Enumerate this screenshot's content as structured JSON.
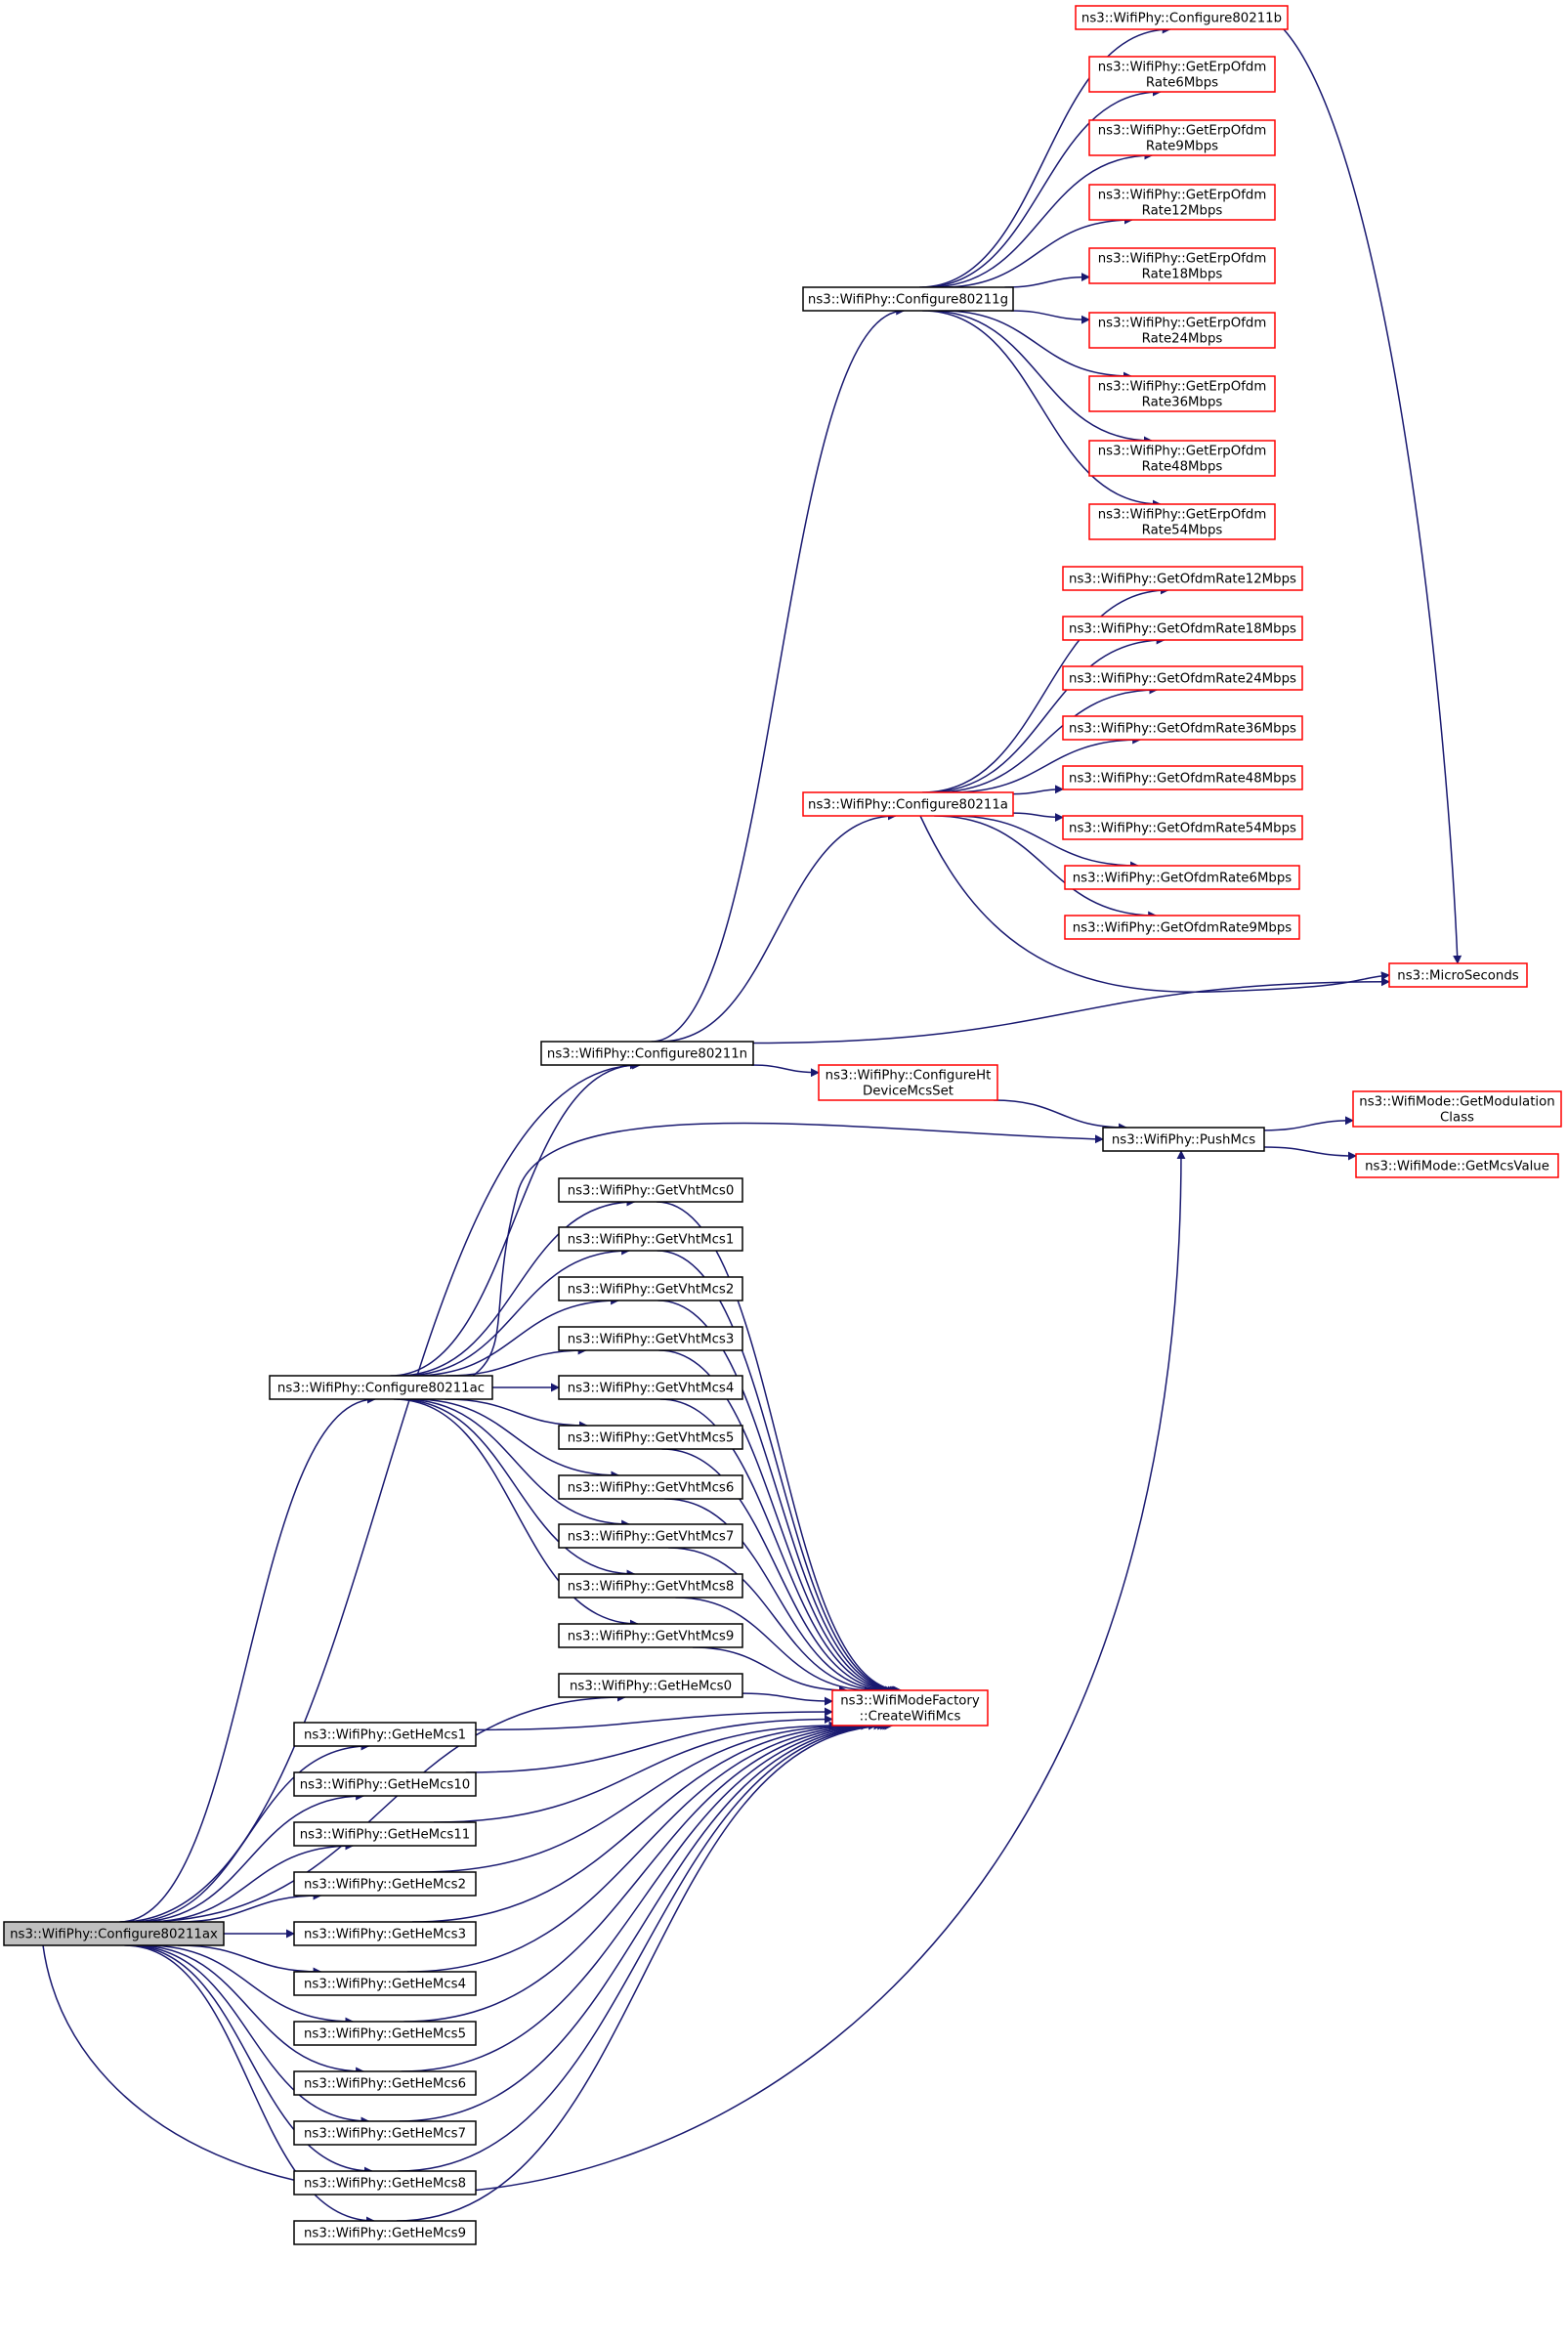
{
  "colors": {
    "edge": "#191970",
    "node_border": "#000000",
    "node_border_missing": "#ff0000",
    "root_fill": "#bfbfbf",
    "node_fill": "#ffffff"
  },
  "nodes": [
    {
      "id": "root",
      "lines": [
        "ns3::WifiPhy::Configure80211ax"
      ],
      "style": "root"
    },
    {
      "id": "c80211n",
      "lines": [
        "ns3::WifiPhy::Configure80211n"
      ],
      "style": "normal"
    },
    {
      "id": "c80211g",
      "lines": [
        "ns3::WifiPhy::Configure80211g"
      ],
      "style": "normal"
    },
    {
      "id": "c80211b",
      "lines": [
        "ns3::WifiPhy::Configure80211b"
      ],
      "style": "missing"
    },
    {
      "id": "erp6",
      "lines": [
        "ns3::WifiPhy::GetErpOfdm",
        "Rate6Mbps"
      ],
      "style": "missing"
    },
    {
      "id": "erp9",
      "lines": [
        "ns3::WifiPhy::GetErpOfdm",
        "Rate9Mbps"
      ],
      "style": "missing"
    },
    {
      "id": "erp12",
      "lines": [
        "ns3::WifiPhy::GetErpOfdm",
        "Rate12Mbps"
      ],
      "style": "missing"
    },
    {
      "id": "erp18",
      "lines": [
        "ns3::WifiPhy::GetErpOfdm",
        "Rate18Mbps"
      ],
      "style": "missing"
    },
    {
      "id": "erp24",
      "lines": [
        "ns3::WifiPhy::GetErpOfdm",
        "Rate24Mbps"
      ],
      "style": "missing"
    },
    {
      "id": "erp36",
      "lines": [
        "ns3::WifiPhy::GetErpOfdm",
        "Rate36Mbps"
      ],
      "style": "missing"
    },
    {
      "id": "erp48",
      "lines": [
        "ns3::WifiPhy::GetErpOfdm",
        "Rate48Mbps"
      ],
      "style": "missing"
    },
    {
      "id": "erp54",
      "lines": [
        "ns3::WifiPhy::GetErpOfdm",
        "Rate54Mbps"
      ],
      "style": "missing"
    },
    {
      "id": "c80211a",
      "lines": [
        "ns3::WifiPhy::Configure80211a"
      ],
      "style": "missing"
    },
    {
      "id": "ofdm12",
      "lines": [
        "ns3::WifiPhy::GetOfdmRate12Mbps"
      ],
      "style": "missing"
    },
    {
      "id": "ofdm18",
      "lines": [
        "ns3::WifiPhy::GetOfdmRate18Mbps"
      ],
      "style": "missing"
    },
    {
      "id": "ofdm24",
      "lines": [
        "ns3::WifiPhy::GetOfdmRate24Mbps"
      ],
      "style": "missing"
    },
    {
      "id": "ofdm36",
      "lines": [
        "ns3::WifiPhy::GetOfdmRate36Mbps"
      ],
      "style": "missing"
    },
    {
      "id": "ofdm48",
      "lines": [
        "ns3::WifiPhy::GetOfdmRate48Mbps"
      ],
      "style": "missing"
    },
    {
      "id": "ofdm54",
      "lines": [
        "ns3::WifiPhy::GetOfdmRate54Mbps"
      ],
      "style": "missing"
    },
    {
      "id": "ofdm6",
      "lines": [
        "ns3::WifiPhy::GetOfdmRate6Mbps"
      ],
      "style": "missing"
    },
    {
      "id": "ofdm9",
      "lines": [
        "ns3::WifiPhy::GetOfdmRate9Mbps"
      ],
      "style": "missing"
    },
    {
      "id": "micro",
      "lines": [
        "ns3::MicroSeconds"
      ],
      "style": "missing"
    },
    {
      "id": "htmcs",
      "lines": [
        "ns3::WifiPhy::ConfigureHt",
        "DeviceMcsSet"
      ],
      "style": "missing"
    },
    {
      "id": "pushmcs",
      "lines": [
        "ns3::WifiPhy::PushMcs"
      ],
      "style": "normal"
    },
    {
      "id": "modclass",
      "lines": [
        "ns3::WifiMode::GetModulation",
        "Class"
      ],
      "style": "missing"
    },
    {
      "id": "mcsvalue",
      "lines": [
        "ns3::WifiMode::GetMcsValue"
      ],
      "style": "missing"
    },
    {
      "id": "c80211ac",
      "lines": [
        "ns3::WifiPhy::Configure80211ac"
      ],
      "style": "normal"
    },
    {
      "id": "vht0",
      "lines": [
        "ns3::WifiPhy::GetVhtMcs0"
      ],
      "style": "normal"
    },
    {
      "id": "vht1",
      "lines": [
        "ns3::WifiPhy::GetVhtMcs1"
      ],
      "style": "normal"
    },
    {
      "id": "vht2",
      "lines": [
        "ns3::WifiPhy::GetVhtMcs2"
      ],
      "style": "normal"
    },
    {
      "id": "vht3",
      "lines": [
        "ns3::WifiPhy::GetVhtMcs3"
      ],
      "style": "normal"
    },
    {
      "id": "vht4",
      "lines": [
        "ns3::WifiPhy::GetVhtMcs4"
      ],
      "style": "normal"
    },
    {
      "id": "vht5",
      "lines": [
        "ns3::WifiPhy::GetVhtMcs5"
      ],
      "style": "normal"
    },
    {
      "id": "vht6",
      "lines": [
        "ns3::WifiPhy::GetVhtMcs6"
      ],
      "style": "normal"
    },
    {
      "id": "vht7",
      "lines": [
        "ns3::WifiPhy::GetVhtMcs7"
      ],
      "style": "normal"
    },
    {
      "id": "vht8",
      "lines": [
        "ns3::WifiPhy::GetVhtMcs8"
      ],
      "style": "normal"
    },
    {
      "id": "vht9",
      "lines": [
        "ns3::WifiPhy::GetVhtMcs9"
      ],
      "style": "normal"
    },
    {
      "id": "he0",
      "lines": [
        "ns3::WifiPhy::GetHeMcs0"
      ],
      "style": "normal"
    },
    {
      "id": "createmcs",
      "lines": [
        "ns3::WifiModeFactory",
        "::CreateWifiMcs"
      ],
      "style": "missing"
    },
    {
      "id": "he1",
      "lines": [
        "ns3::WifiPhy::GetHeMcs1"
      ],
      "style": "normal"
    },
    {
      "id": "he10",
      "lines": [
        "ns3::WifiPhy::GetHeMcs10"
      ],
      "style": "normal"
    },
    {
      "id": "he11",
      "lines": [
        "ns3::WifiPhy::GetHeMcs11"
      ],
      "style": "normal"
    },
    {
      "id": "he2",
      "lines": [
        "ns3::WifiPhy::GetHeMcs2"
      ],
      "style": "normal"
    },
    {
      "id": "he3",
      "lines": [
        "ns3::WifiPhy::GetHeMcs3"
      ],
      "style": "normal"
    },
    {
      "id": "he4",
      "lines": [
        "ns3::WifiPhy::GetHeMcs4"
      ],
      "style": "normal"
    },
    {
      "id": "he5",
      "lines": [
        "ns3::WifiPhy::GetHeMcs5"
      ],
      "style": "normal"
    },
    {
      "id": "he6",
      "lines": [
        "ns3::WifiPhy::GetHeMcs6"
      ],
      "style": "normal"
    },
    {
      "id": "he7",
      "lines": [
        "ns3::WifiPhy::GetHeMcs7"
      ],
      "style": "normal"
    },
    {
      "id": "he8",
      "lines": [
        "ns3::WifiPhy::GetHeMcs8"
      ],
      "style": "normal"
    },
    {
      "id": "he9",
      "lines": [
        "ns3::WifiPhy::GetHeMcs9"
      ],
      "style": "normal"
    }
  ],
  "edges": [
    [
      "root",
      "c80211n"
    ],
    [
      "root",
      "c80211ac"
    ],
    [
      "root",
      "he0"
    ],
    [
      "root",
      "he1"
    ],
    [
      "root",
      "he10"
    ],
    [
      "root",
      "he11"
    ],
    [
      "root",
      "he2"
    ],
    [
      "root",
      "he3"
    ],
    [
      "root",
      "he4"
    ],
    [
      "root",
      "he5"
    ],
    [
      "root",
      "he6"
    ],
    [
      "root",
      "he7"
    ],
    [
      "root",
      "he8"
    ],
    [
      "root",
      "he9"
    ],
    [
      "root",
      "pushmcs"
    ],
    [
      "c80211n",
      "c80211g"
    ],
    [
      "c80211n",
      "c80211a"
    ],
    [
      "c80211n",
      "micro"
    ],
    [
      "c80211n",
      "htmcs"
    ],
    [
      "c80211g",
      "c80211b"
    ],
    [
      "c80211g",
      "erp6"
    ],
    [
      "c80211g",
      "erp9"
    ],
    [
      "c80211g",
      "erp12"
    ],
    [
      "c80211g",
      "erp18"
    ],
    [
      "c80211g",
      "erp24"
    ],
    [
      "c80211g",
      "erp36"
    ],
    [
      "c80211g",
      "erp48"
    ],
    [
      "c80211g",
      "erp54"
    ],
    [
      "c80211b",
      "micro"
    ],
    [
      "c80211a",
      "ofdm12"
    ],
    [
      "c80211a",
      "ofdm18"
    ],
    [
      "c80211a",
      "ofdm24"
    ],
    [
      "c80211a",
      "ofdm36"
    ],
    [
      "c80211a",
      "ofdm48"
    ],
    [
      "c80211a",
      "ofdm54"
    ],
    [
      "c80211a",
      "ofdm6"
    ],
    [
      "c80211a",
      "ofdm9"
    ],
    [
      "c80211a",
      "micro"
    ],
    [
      "htmcs",
      "pushmcs"
    ],
    [
      "pushmcs",
      "modclass"
    ],
    [
      "pushmcs",
      "mcsvalue"
    ],
    [
      "c80211ac",
      "c80211n"
    ],
    [
      "c80211ac",
      "pushmcs"
    ],
    [
      "c80211ac",
      "vht0"
    ],
    [
      "c80211ac",
      "vht1"
    ],
    [
      "c80211ac",
      "vht2"
    ],
    [
      "c80211ac",
      "vht3"
    ],
    [
      "c80211ac",
      "vht4"
    ],
    [
      "c80211ac",
      "vht5"
    ],
    [
      "c80211ac",
      "vht6"
    ],
    [
      "c80211ac",
      "vht7"
    ],
    [
      "c80211ac",
      "vht8"
    ],
    [
      "c80211ac",
      "vht9"
    ],
    [
      "vht0",
      "createmcs"
    ],
    [
      "vht1",
      "createmcs"
    ],
    [
      "vht2",
      "createmcs"
    ],
    [
      "vht3",
      "createmcs"
    ],
    [
      "vht4",
      "createmcs"
    ],
    [
      "vht5",
      "createmcs"
    ],
    [
      "vht6",
      "createmcs"
    ],
    [
      "vht7",
      "createmcs"
    ],
    [
      "vht8",
      "createmcs"
    ],
    [
      "vht9",
      "createmcs"
    ],
    [
      "he0",
      "createmcs"
    ],
    [
      "he1",
      "createmcs"
    ],
    [
      "he10",
      "createmcs"
    ],
    [
      "he11",
      "createmcs"
    ],
    [
      "he2",
      "createmcs"
    ],
    [
      "he3",
      "createmcs"
    ],
    [
      "he4",
      "createmcs"
    ],
    [
      "he5",
      "createmcs"
    ],
    [
      "he6",
      "createmcs"
    ],
    [
      "he7",
      "createmcs"
    ],
    [
      "he8",
      "createmcs"
    ],
    [
      "he9",
      "createmcs"
    ]
  ]
}
